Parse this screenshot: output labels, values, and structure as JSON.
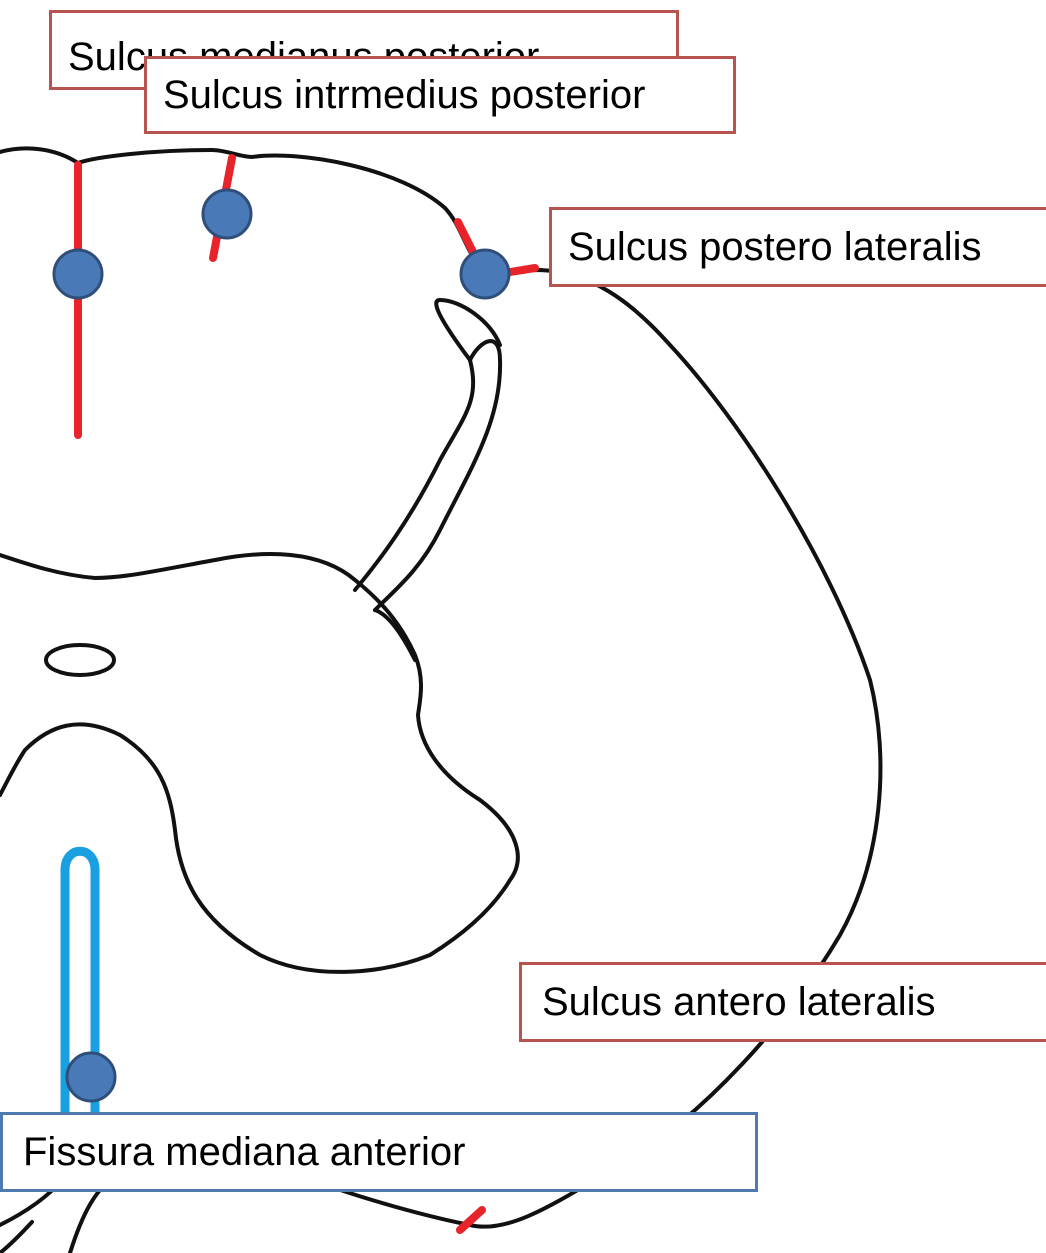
{
  "labels": {
    "sulcus_medianus_posterior": "Sulcus medianus posterior",
    "sulcus_intermedius_posterior": "Sulcus intrmedius posterior",
    "sulcus_postero_lateralis": "Sulcus postero lateralis",
    "sulcus_antero_lateralis": "Sulcus antero lateralis",
    "fissura_mediana_anterior": "Fissura mediana anterior"
  },
  "colors": {
    "outline": "#111111",
    "sulcus_marker": "#e8232a",
    "fissura_marker": "#1a9fe0",
    "point_fill": "#4a79b8",
    "point_stroke": "#2f4f7a",
    "label_border_red": "#b85450",
    "label_border_blue": "#4f7bb0"
  }
}
